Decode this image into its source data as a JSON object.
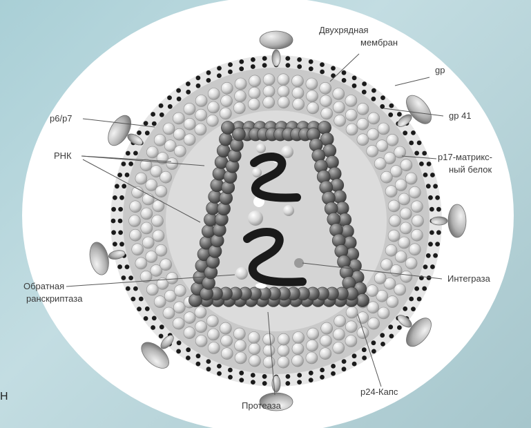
{
  "labels": {
    "membrane_1": "Двухрядная",
    "membrane_2": "мембран",
    "gp_top": "gp",
    "gp41": "gp 41",
    "p6p7": "p6/p7",
    "rnk": "РНК",
    "p17_1": "p17-матрикс-",
    "p17_2": "ный белок",
    "rt_1": "Обратная",
    "rt_2": "ранскриптаза",
    "integrase": "Интеграза",
    "p24": "p24-Капс",
    "protease": "Протеаза",
    "edge_glyph": "Н"
  },
  "colors": {
    "background": "#b4d4da",
    "membrane_dots": "#1b1b1b",
    "matrix_fill": "#c7c7c7",
    "capsid_fill": "#6e6e6e",
    "rna": "#1a1a1a"
  }
}
